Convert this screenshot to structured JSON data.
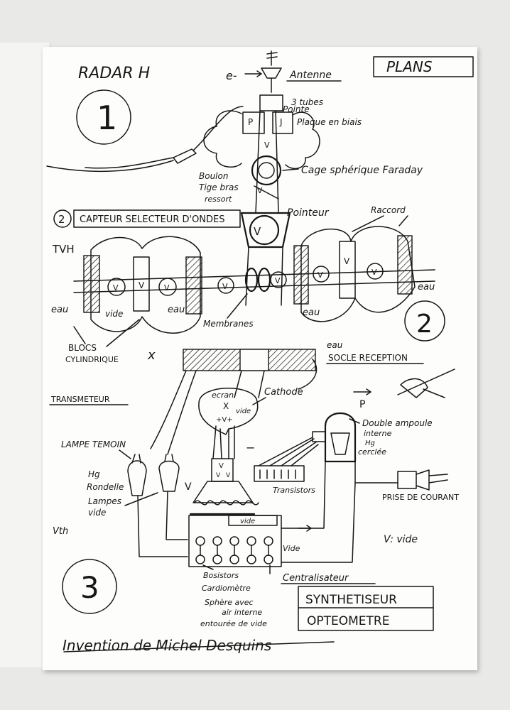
{
  "header": {
    "title": "RADAR H",
    "plans": "PLANS"
  },
  "section_numbers": [
    "1",
    "2",
    "2",
    "3"
  ],
  "labels": {
    "electron": "e-",
    "antenne": "Antenne",
    "tubes_3": "3 tubes",
    "pointe": "Pointe",
    "plaque_biais": "Plaque en biais",
    "cage_faraday": "Cage sphérique Faraday",
    "boulon": "Boulon",
    "tige_bras": "Tige bras",
    "ressort": "ressort",
    "capteur": "CAPTEUR SELECTEUR D'ONDES",
    "pointeur": "Pointeur",
    "raccord": "Raccord",
    "tvh": "TVH",
    "eau_left": "eau",
    "vide": "vide",
    "eau_mid": "eau",
    "membranes": "Membranes",
    "eau_right": "eau",
    "eau_bottom": "eau",
    "blocs_1": "BLOCS",
    "blocs_2": "CYLINDRIQUE",
    "x_mark": "x",
    "eau_socle": "eau",
    "socle_reception": "SOCLE RECEPTION",
    "transmetteur": "TRANSMETEUR",
    "p_mark": "P",
    "ecran": "ecran",
    "ecran_x": "X",
    "ecran_vide": "vide",
    "cathode": "Cathode",
    "lampe_temoin": "LAMPE TEMOIN",
    "double_ampoule_1": "Double ampoule",
    "double_ampoule_2": "interne",
    "hg_label": "Hg",
    "cerclee": "cerclée",
    "hg": "Hg",
    "rondelle": "Rondelle",
    "lampes": "Lampes",
    "lampes_vide": "vide",
    "v_mark": "V",
    "transistors": "Transistors",
    "prise_courant": "PRISE DE COURANT",
    "vth": "Vth",
    "vide_small": "vide",
    "v_vide": "V: vide",
    "vide_right": "Vide",
    "bosistors": "Bosistors",
    "cardiometre": "Cardiomètre",
    "sphere_1": "Sphère avec",
    "sphere_2": "air interne",
    "sphere_3": "entourée de vide",
    "centralisateur": "Centralisateur",
    "synthetiseur": "SYNTHETISEUR",
    "opteometre": "OPTEOMETRE",
    "signature": "Invention de Michel Desquins"
  },
  "marks": {
    "v": "V",
    "p": "P",
    "j": "J",
    "plus": "+",
    "minus": "−",
    "vv": "+V+"
  }
}
